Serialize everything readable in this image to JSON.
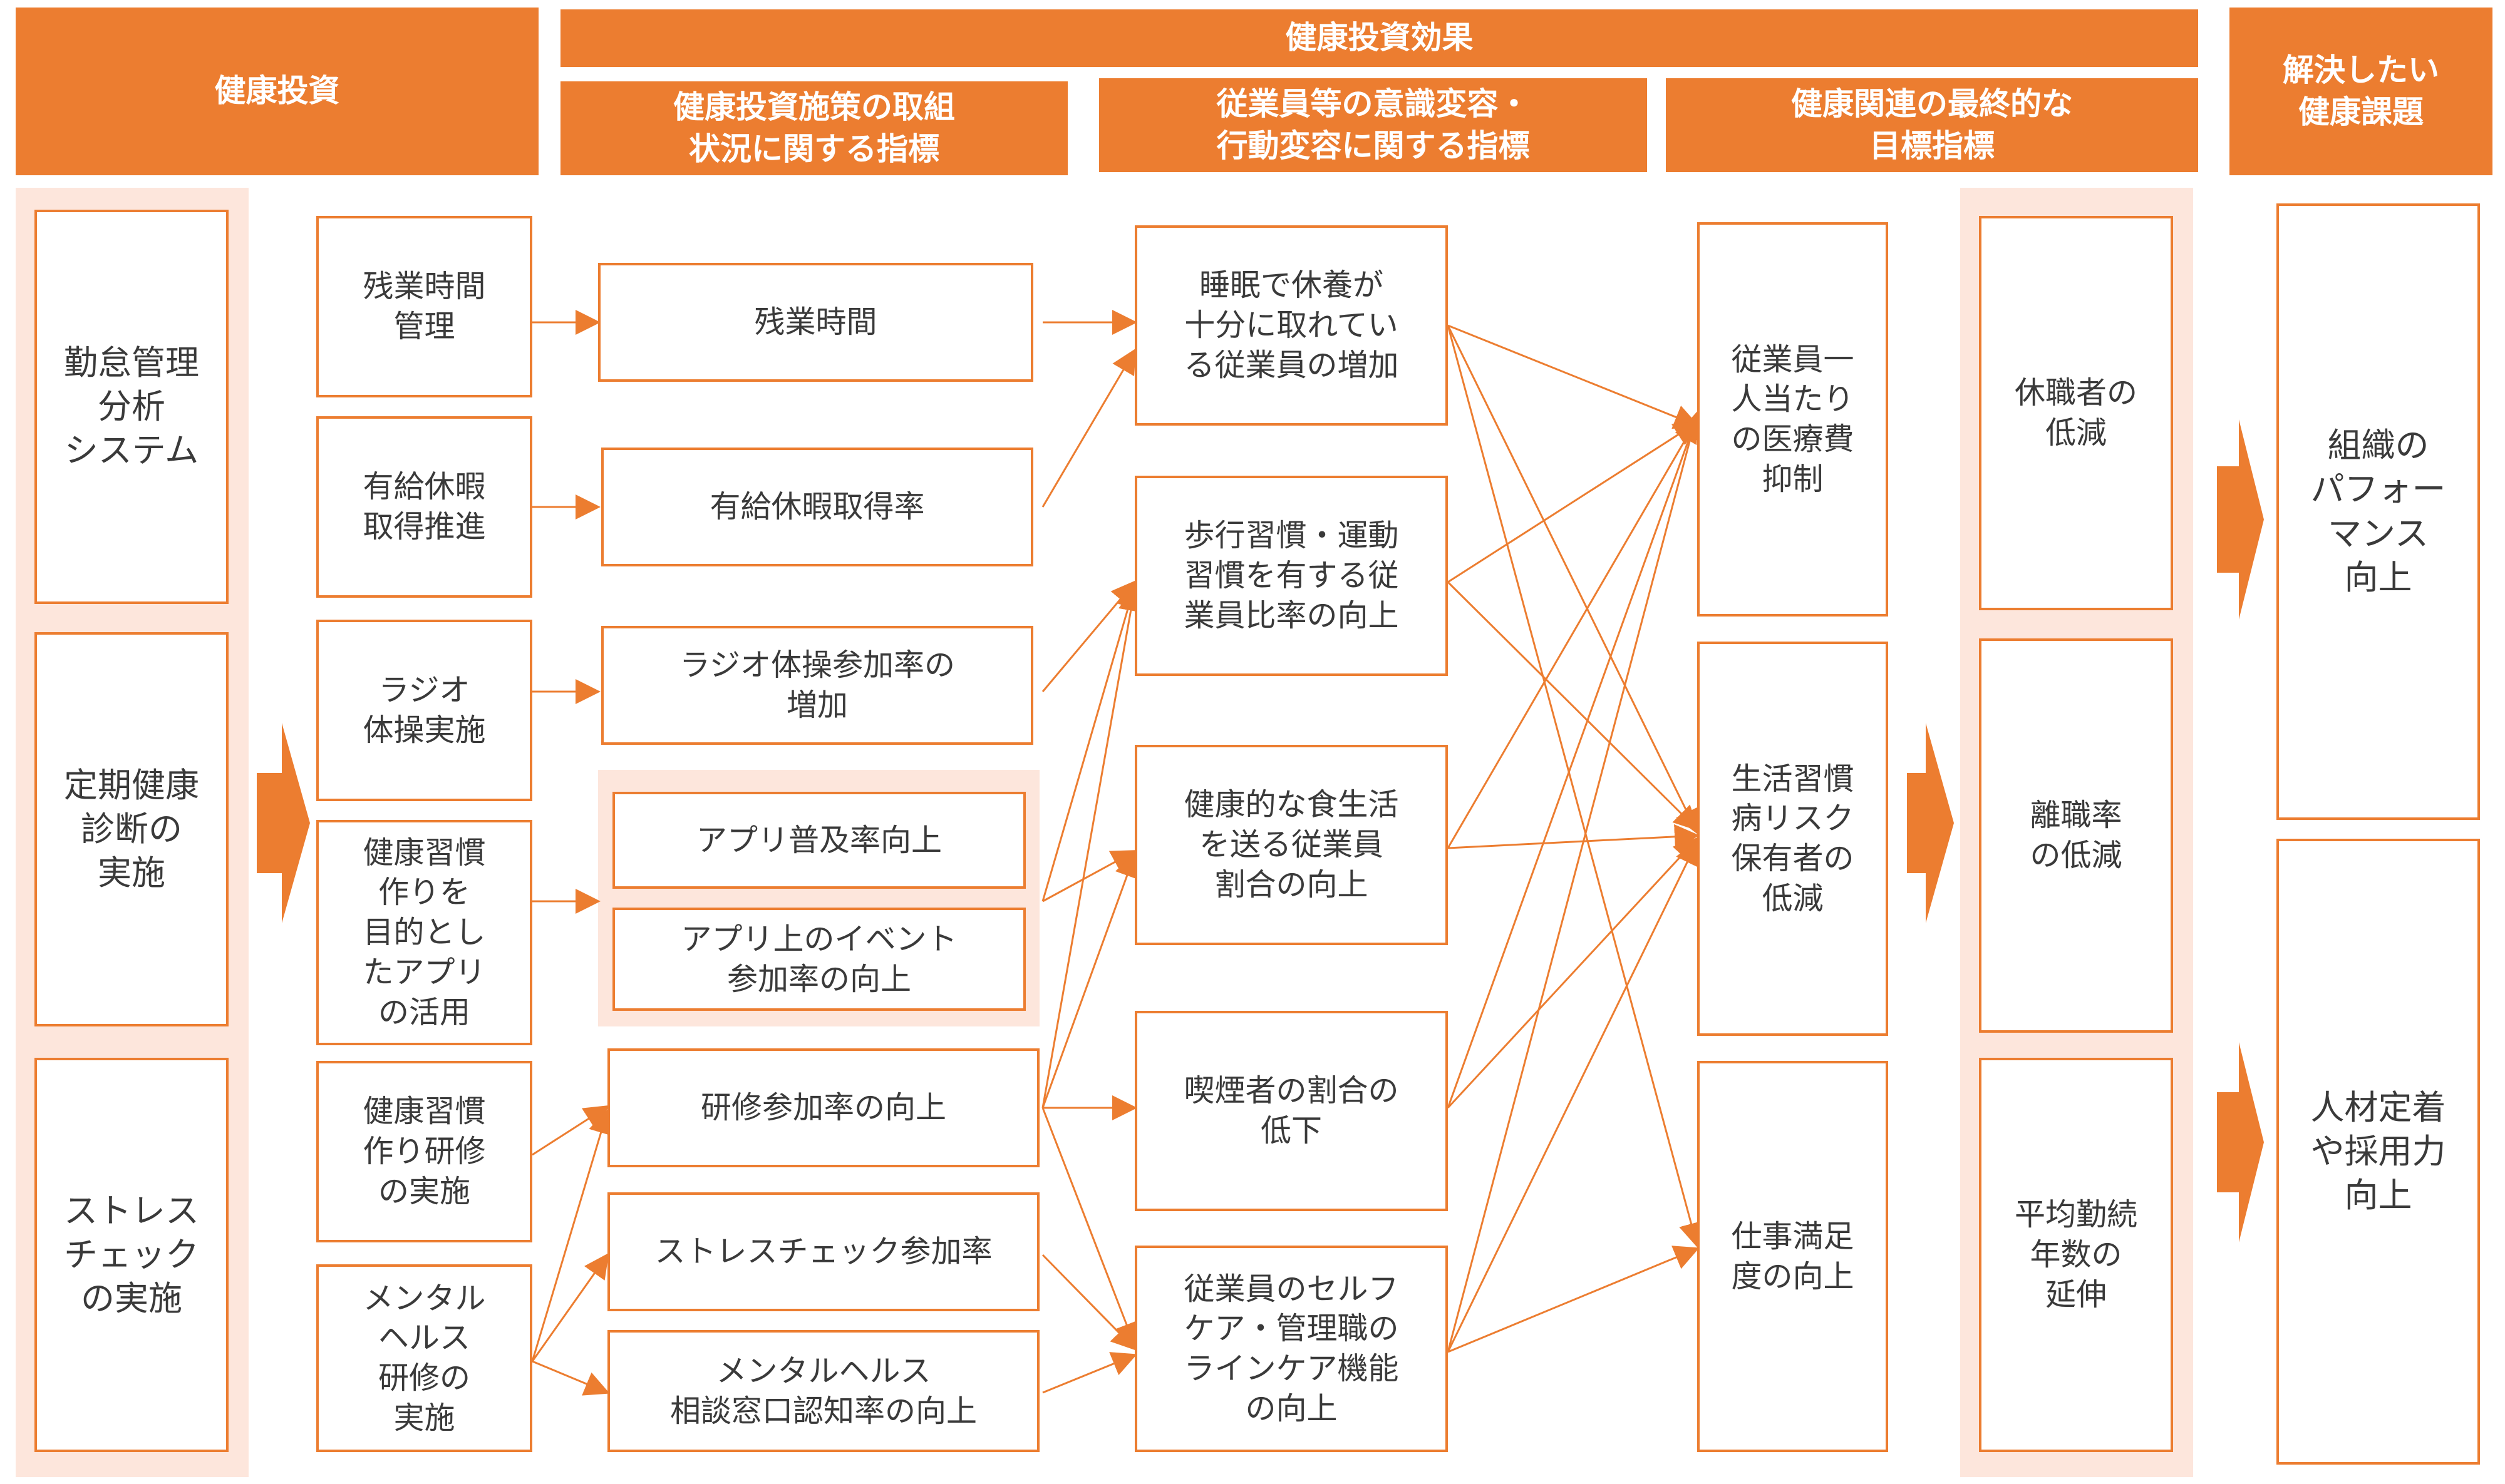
{
  "headers": {
    "investment": "健康投資",
    "effects": "健康投資効果",
    "initiatives": "健康投資施策の取組\n状況に関する指標",
    "awareness": "従業員等の意識変容・\n行動変容に関する指標",
    "final": "健康関連の最終的な\n目標指標",
    "issues": "解決したい\n健康課題"
  },
  "systems": [
    "勤怠管理\n分析\nシステム",
    "定期健康\n診断の\n実施",
    "ストレス\nチェック\nの実施"
  ],
  "measures": [
    "残業時間\n管理",
    "有給休暇\n取得推進",
    "ラジオ\n体操実施",
    "健康習慣\n作りを\n目的とし\nたアプリ\nの活用",
    "健康習慣\n作り研修\nの実施",
    "メンタル\nヘルス\n研修の\n実施"
  ],
  "initiative_indicators": [
    "残業時間",
    "有給休暇取得率",
    "ラジオ体操参加率の\n増加",
    "アプリ普及率向上",
    "アプリ上のイベント\n参加率の向上",
    "研修参加率の向上",
    "ストレスチェック参加率",
    "メンタルヘルス\n相談窓口認知率の向上"
  ],
  "behavior_indicators": [
    "睡眠で休養が\n十分に取れてい\nる従業員の増加",
    "歩行習慣・運動\n習慣を有する従\n業員比率の向上",
    "健康的な食生活\nを送る従業員\n割合の向上",
    "喫煙者の割合の\n低下",
    "従業員のセルフ\nケア・管理職の\nラインケア機能\nの向上"
  ],
  "final_indicators": [
    "従業員一\n人当たり\nの医療費\n抑制",
    "生活習慣\n病リスク\n保有者の\n低減",
    "仕事満足\n度の向上"
  ],
  "outcomes": [
    "休職者の\n低減",
    "離職率\nの低減",
    "平均勤続\n年数の\n延伸"
  ],
  "issues": [
    "組織の\nパフォー\nマンス\n向上",
    "人材定着\nや採用力\n向上"
  ],
  "colors": {
    "accent": "#ec7d30",
    "band": "#fde6dc",
    "text": "#3a3a3a"
  }
}
